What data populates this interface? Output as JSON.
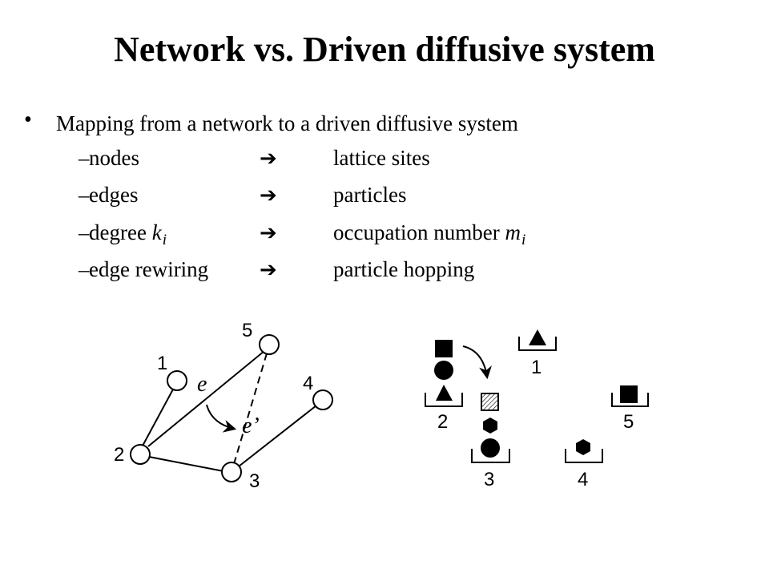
{
  "title": "Network vs. Driven diffusive system",
  "bullet": {
    "symbol": "•",
    "text": "Mapping from a network to a driven diffusive system"
  },
  "mapping": [
    {
      "dash": "–",
      "lhs": "nodes",
      "arrow": "➔",
      "rhs": "lattice sites"
    },
    {
      "dash": "–",
      "lhs": "edges",
      "arrow": "➔",
      "rhs": "particles"
    },
    {
      "dash": "–",
      "lhs_main": "degree ",
      "lhs_var": "k",
      "lhs_sub": "i",
      "arrow": "➔",
      "rhs_main": "occupation number ",
      "rhs_var": "m",
      "rhs_sub": "i"
    },
    {
      "dash": "–",
      "lhs": "edge rewiring",
      "arrow": "➔",
      "rhs": "particle hopping"
    }
  ],
  "network_diagram": {
    "node_labels": [
      "1",
      "2",
      "3",
      "4",
      "5"
    ],
    "edge_labels": [
      "e",
      "e’"
    ]
  },
  "lattice_diagram": {
    "site_labels": [
      "1",
      "2",
      "3",
      "4",
      "5"
    ]
  }
}
